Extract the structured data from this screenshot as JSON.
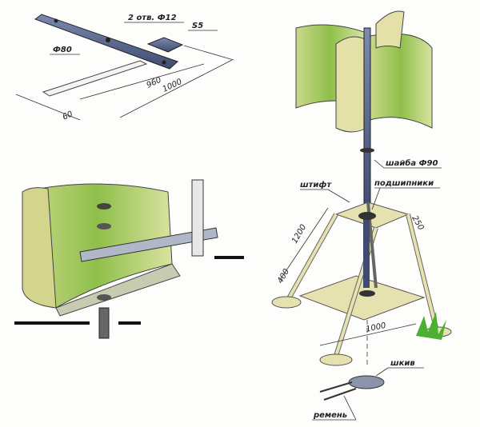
{
  "colors": {
    "blade": "#9fc25a",
    "blade_inner": "#d6dd9a",
    "frame": "#e6e2b0",
    "metal": "#4d5d86",
    "grass": "#4caf30"
  },
  "bar_drawing": {
    "holes": "2 отв. Ф12",
    "thickness": "S5",
    "diameter": "Ф80",
    "inner_length": "960",
    "length": "1000",
    "width": "60"
  },
  "tower": {
    "washer": "шайба Ф90",
    "pin": "штифт",
    "bearings": "подшипники",
    "top_size": "250",
    "leg_length": "1200",
    "foot_size": "400",
    "base_size": "1000",
    "pulley": "шкив",
    "belt": "ремень"
  }
}
